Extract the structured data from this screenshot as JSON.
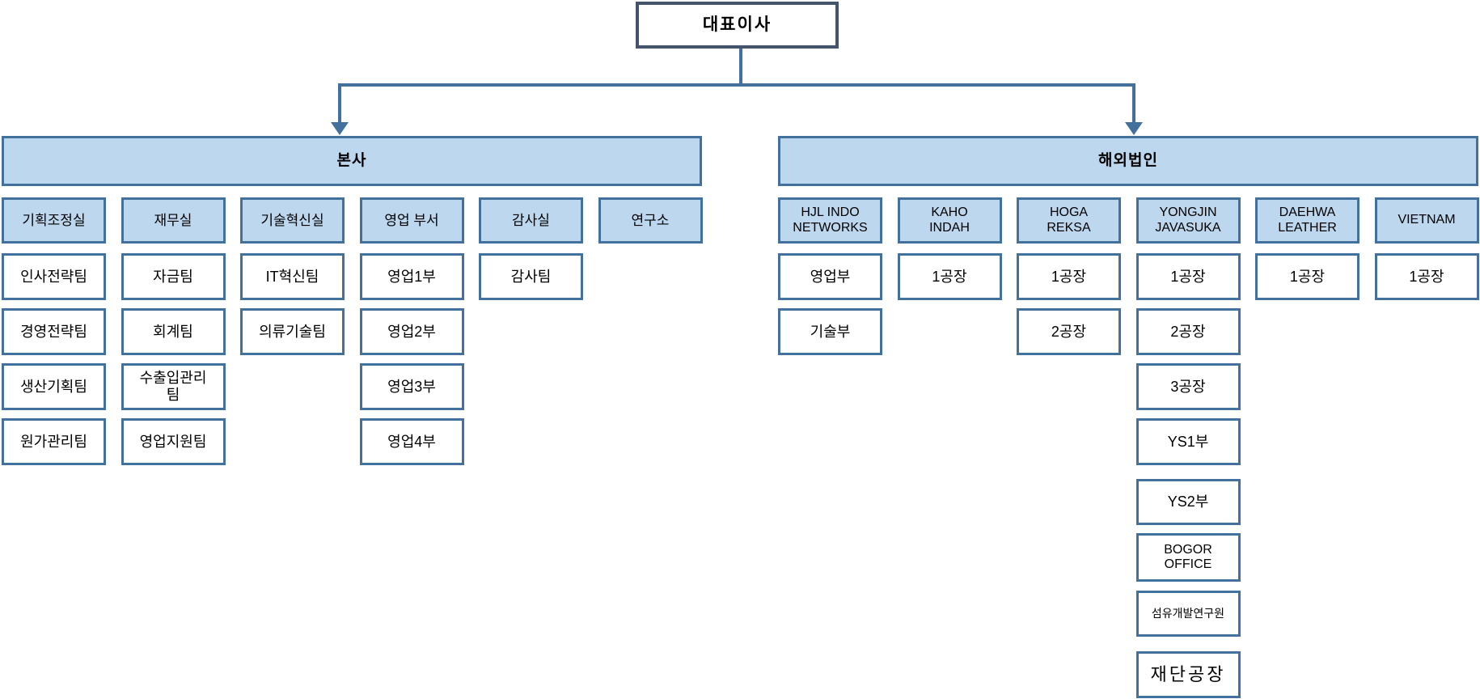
{
  "root": {
    "label": "대표이사"
  },
  "groups": [
    {
      "id": "hq",
      "label": "본사",
      "columns": [
        {
          "label": "기획조정실",
          "children": [
            "인사전략팀",
            "경영전략팀",
            "생산기획팀",
            "원가관리팀"
          ]
        },
        {
          "label": "재무실",
          "children": [
            "자금팀",
            "회계팀",
            "수출입관리\n팀",
            "영업지원팀"
          ]
        },
        {
          "label": "기술혁신실",
          "children": [
            "IT혁신팀",
            "의류기술팀"
          ]
        },
        {
          "label": "영업 부서",
          "children": [
            "영업1부",
            "영업2부",
            "영업3부",
            "영업4부"
          ]
        },
        {
          "label": "감사실",
          "children": [
            "감사팀"
          ]
        },
        {
          "label": "연구소",
          "children": []
        }
      ]
    },
    {
      "id": "overseas",
      "label": "해외법인",
      "columns": [
        {
          "label": "HJL INDO\nNETWORKS",
          "children": [
            "영업부",
            "기술부"
          ]
        },
        {
          "label": "KAHO\nINDAH",
          "children": [
            "1공장"
          ]
        },
        {
          "label": "HOGA\nREKSA",
          "children": [
            "1공장",
            "2공장"
          ]
        },
        {
          "label": "YONGJIN\nJAVASUKA",
          "children": [
            "1공장",
            "2공장",
            "3공장",
            "YS1부",
            "YS2부",
            "BOGOR\nOFFICE",
            "섬유개발연구원",
            "재단공장"
          ]
        },
        {
          "label": "DAEHWA\nLEATHER",
          "children": [
            "1공장"
          ]
        },
        {
          "label": "VIETNAM",
          "children": [
            "1공장"
          ]
        }
      ]
    }
  ],
  "colors": {
    "box_fill": "#bdd7ee",
    "box_border": "#41719c",
    "ceo_border": "#44546a",
    "connector": "#41719c"
  }
}
